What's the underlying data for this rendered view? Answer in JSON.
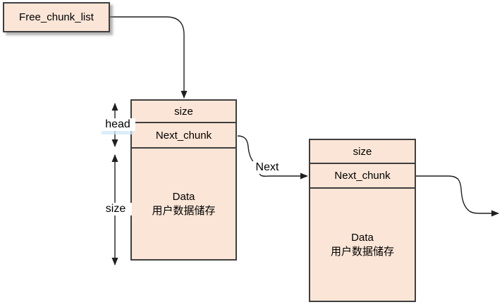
{
  "diagram": {
    "title_hint": "free chunk list memory layout",
    "free_chunk_list": {
      "label": "Free_chunk_list"
    },
    "chunk1": {
      "size_label": "size",
      "next_label": "Next_chunk",
      "data_label": "Data",
      "data_sublabel": "用户数据储存"
    },
    "chunk2": {
      "size_label": "size",
      "next_label": "Next_chunk",
      "data_label": "Data",
      "data_sublabel": "用户数据储存"
    },
    "annotations": {
      "head_span": "head",
      "size_span": "size",
      "next_pointer": "Next"
    },
    "colors": {
      "box_fill": "#fbe5d6",
      "box_border": "#3f3f3f",
      "line": "#1f1f1f",
      "text": "#000000",
      "head_highlight": "#cfe8f7",
      "background": "#ffffff"
    }
  }
}
